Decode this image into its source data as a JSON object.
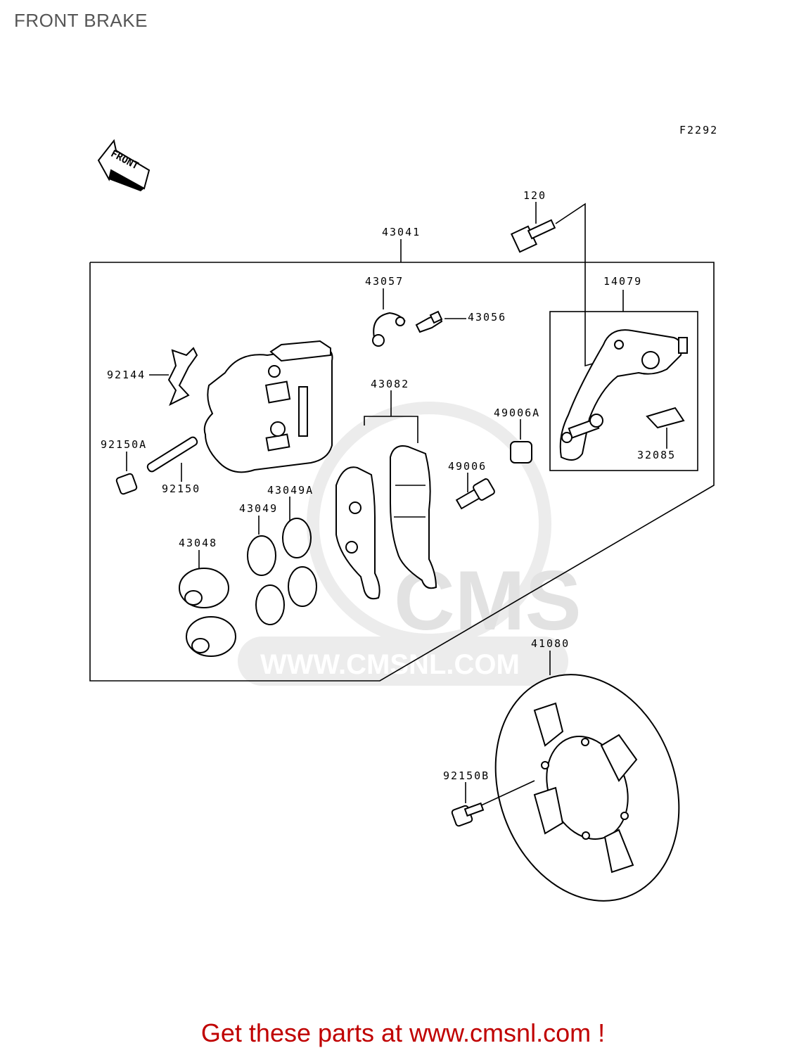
{
  "title": "FRONT BRAKE",
  "figure_code": "F2292",
  "front_label": "FRONT",
  "watermark": {
    "logo": "CMS",
    "url": "WWW.CMSNL.COM"
  },
  "cta": "Get these parts at www.cmsnl.com !",
  "parts": {
    "p120": "120",
    "p43041": "43041",
    "p43057": "43057",
    "p43056": "43056",
    "p14079": "14079",
    "p92144": "92144",
    "p43082": "43082",
    "p49006A": "49006A",
    "p92150A": "92150A",
    "p49006": "49006",
    "p32085": "32085",
    "p92150": "92150",
    "p43049A": "43049A",
    "p43049": "43049",
    "p43048": "43048",
    "p41080": "41080",
    "p92150B": "92150B"
  }
}
